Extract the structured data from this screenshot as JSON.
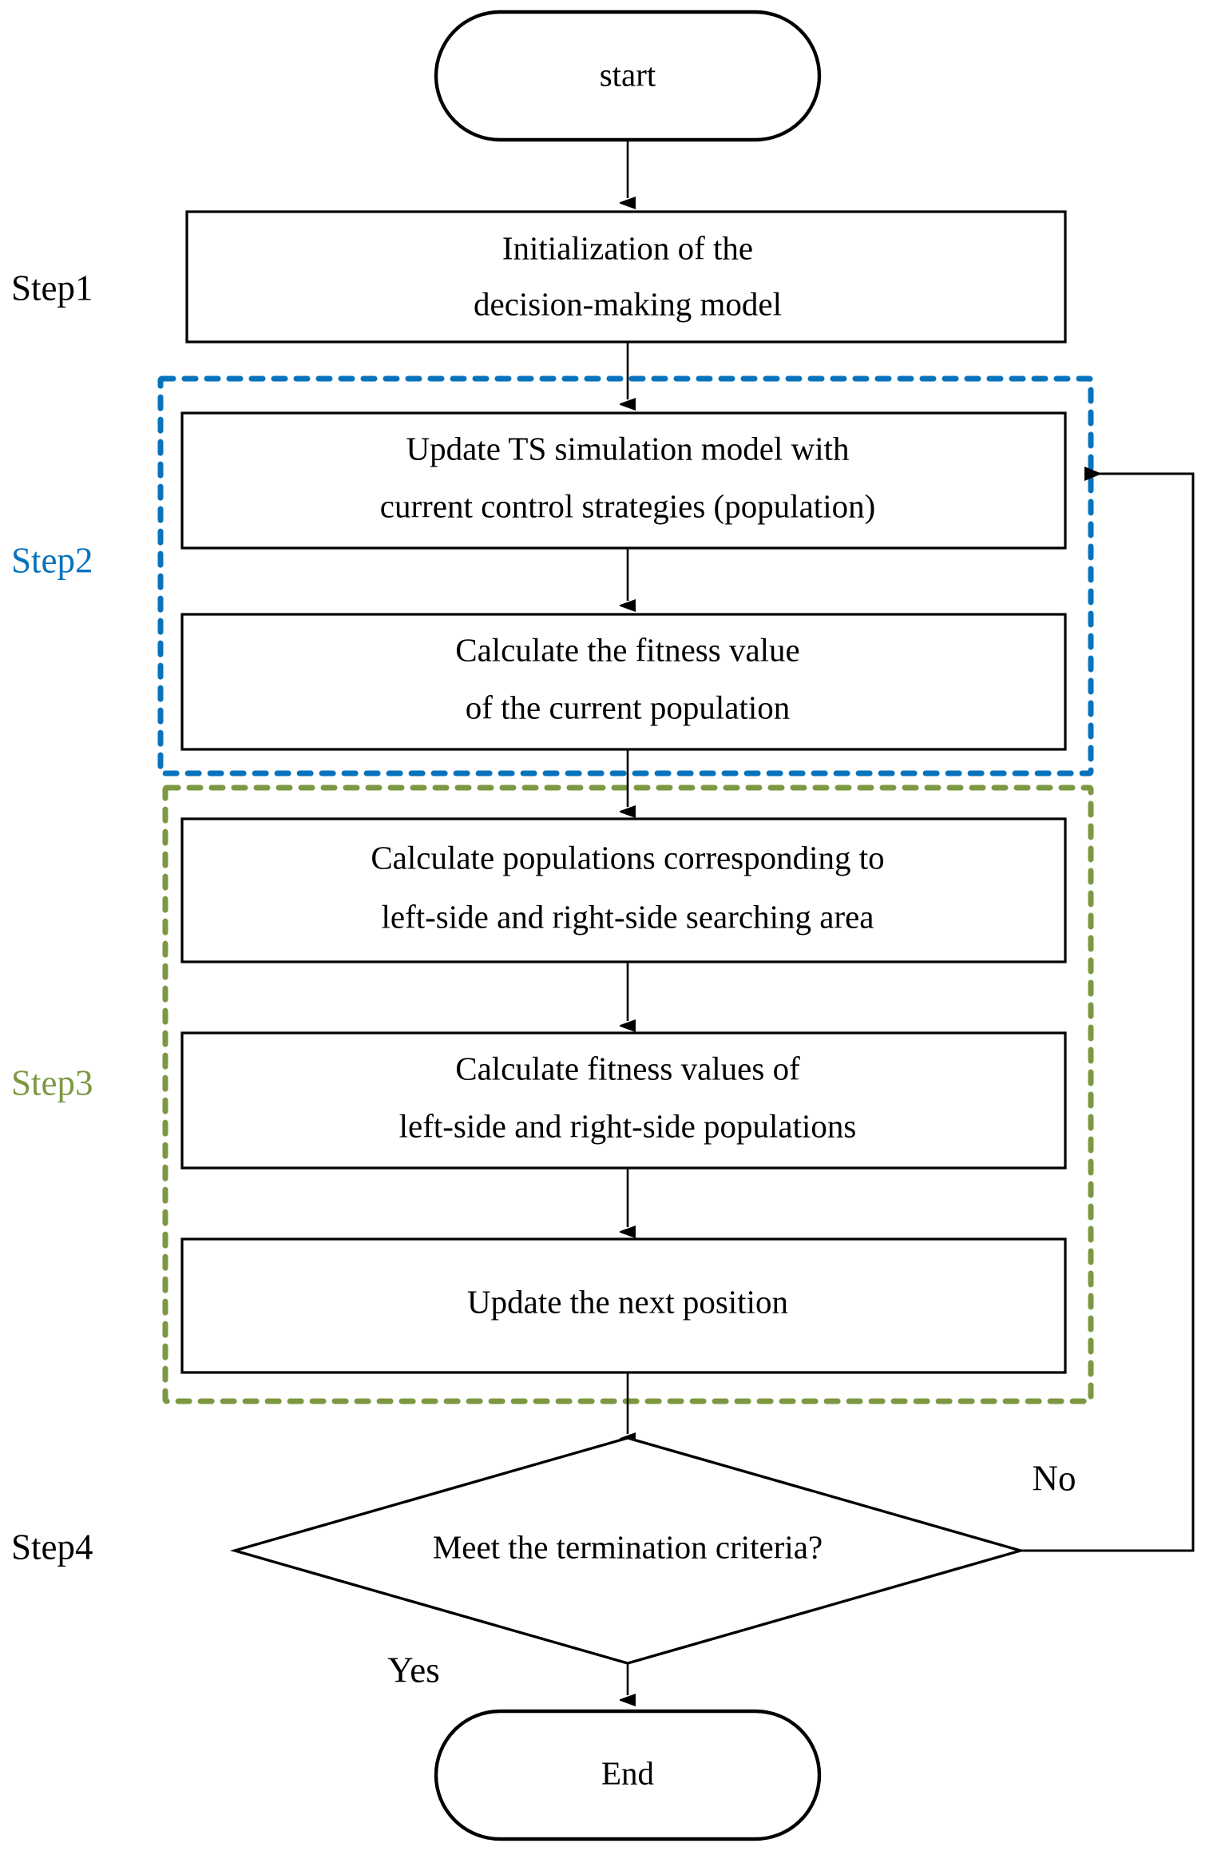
{
  "diagram": {
    "title": "Optimization algorithm flowchart",
    "colors": {
      "step1_label": "#000000",
      "step2_label": "#0873BC",
      "step3_label": "#7D9842",
      "step4_label": "#000000",
      "group_blue": "#0873BC",
      "group_green": "#7D9842",
      "stroke": "#000000",
      "background": "#ffffff"
    },
    "step_labels": [
      {
        "id": "step1",
        "text": "Step1",
        "color": "#000000"
      },
      {
        "id": "step2",
        "text": "Step2",
        "color": "#0873BC"
      },
      {
        "id": "step3",
        "text": "Step3",
        "color": "#7D9842"
      },
      {
        "id": "step4",
        "text": "Step4",
        "color": "#000000"
      }
    ],
    "nodes": [
      {
        "id": "start",
        "type": "terminator",
        "lines": [
          "start"
        ]
      },
      {
        "id": "init",
        "type": "process",
        "lines": [
          "Initialization of the",
          "decision-making model"
        ]
      },
      {
        "id": "update-ts",
        "type": "process",
        "lines": [
          "Update TS simulation model with",
          "current control strategies (population)"
        ]
      },
      {
        "id": "calc-fitness",
        "type": "process",
        "lines": [
          "Calculate the fitness value",
          "of the current population"
        ]
      },
      {
        "id": "calc-populations",
        "type": "process",
        "lines": [
          "Calculate populations corresponding to",
          "left-side and right-side searching area"
        ]
      },
      {
        "id": "calc-fitness-values",
        "type": "process",
        "lines": [
          "Calculate fitness values of",
          "left-side and right-side populations"
        ]
      },
      {
        "id": "update-position",
        "type": "process",
        "lines": [
          "Update the next position"
        ]
      },
      {
        "id": "termination",
        "type": "decision",
        "lines": [
          "Meet the termination criteria?"
        ]
      },
      {
        "id": "end",
        "type": "terminator",
        "lines": [
          "End"
        ]
      }
    ],
    "edge_labels": [
      {
        "id": "no",
        "text": "No"
      },
      {
        "id": "yes",
        "text": "Yes"
      }
    ]
  }
}
